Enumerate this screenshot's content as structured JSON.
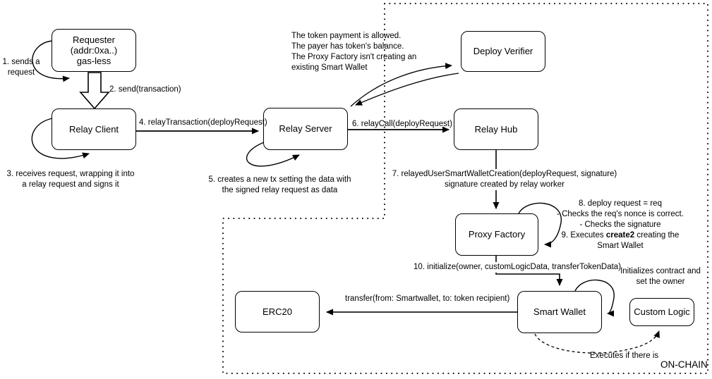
{
  "diagram": {
    "boxes": {
      "requester": {
        "line1": "Requester",
        "line2": "(addr:0xa..)",
        "line3": "gas-less"
      },
      "relay_client": "Relay Client",
      "relay_server": "Relay Server",
      "deploy_verifier": "Deploy Verifier",
      "relay_hub": "Relay Hub",
      "proxy_factory": "Proxy Factory",
      "smart_wallet": "Smart Wallet",
      "erc20": "ERC20",
      "custom_logic": "Custom Logic"
    },
    "labels": {
      "step1": "1. sends a request",
      "step2": "2. send(transaction)",
      "step3": "3. receives request, wrapping it into a relay request and signs it",
      "step4": "4. relayTransaction(deployRequest)",
      "step5": "5. creates a new tx setting the data with the signed relay request as data",
      "step6": "6. relayCall(deployRequest)",
      "step7_line1": "7. relayedUserSmartWalletCreation(deployRequest, signature)",
      "step7_line2": "signature created by relay worker",
      "step89": {
        "line1": "8. deploy request = req",
        "line2": "- Checks the req's nonce is correct.",
        "line3": "- Checks the signature",
        "line4_pre": "9. Executes ",
        "line4_bold": "create2",
        "line4_post": " creating the",
        "line5": "Smart Wallet"
      },
      "step10": "10. initialize(owner, customLogicData, transferTokenData)",
      "verifier_note": [
        "The token payment is allowed.",
        "The payer has token's balance.",
        "The Proxy Factory isn't creating an",
        "existing Smart Wallet"
      ],
      "init_note": "Initializes contract and set the owner",
      "transfer": "transfer(from: Smartwallet, to: token recipient)",
      "executes": "Executes if there is",
      "onchain": "ON-CHAIN"
    },
    "colors": {
      "stroke": "#000000",
      "background": "#ffffff",
      "text": "#000000"
    }
  }
}
